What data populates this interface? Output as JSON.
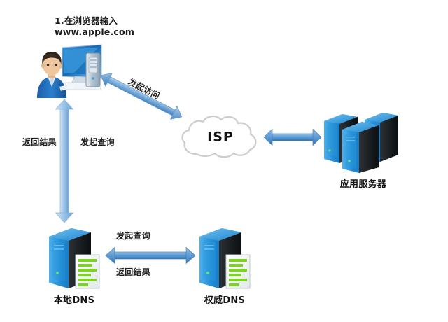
{
  "diagram": {
    "title_note": "1.在浏览器输入",
    "url_note": "www.apple.com",
    "nodes": {
      "client": {
        "icon": "user-computer-icon",
        "caption": ""
      },
      "isp": {
        "icon": "cloud-icon",
        "caption": "ISP"
      },
      "app_server": {
        "icon": "server-stack-icon",
        "caption": "应用服务器"
      },
      "local_dns": {
        "icon": "server-document-icon",
        "caption": "本地DNS"
      },
      "authoritative_dns": {
        "icon": "server-document-icon",
        "caption": "权威DNS"
      }
    },
    "edges": {
      "client_isp": {
        "label": "发起访问",
        "style": "double-arrow-diagonal"
      },
      "client_local_dns_left": {
        "label": "返回结果"
      },
      "client_local_dns_right": {
        "label": "发起查询"
      },
      "dns_to_dns_top": {
        "label": "发起查询"
      },
      "dns_to_dns_bottom": {
        "label": "返回结果"
      },
      "isp_app_server": {
        "label": "",
        "style": "double-arrow-horizontal"
      }
    },
    "colors": {
      "arrow_blue": "#5b9bd5",
      "arrow_blue_dark": "#2e75b6",
      "arrow_pale": "#aacbe8",
      "server_blue": "#1f8ad4",
      "server_dark": "#15171a",
      "cloud_outline": "#c9c9c9",
      "text": "#1b1b1b",
      "background": "#ffffff"
    }
  }
}
